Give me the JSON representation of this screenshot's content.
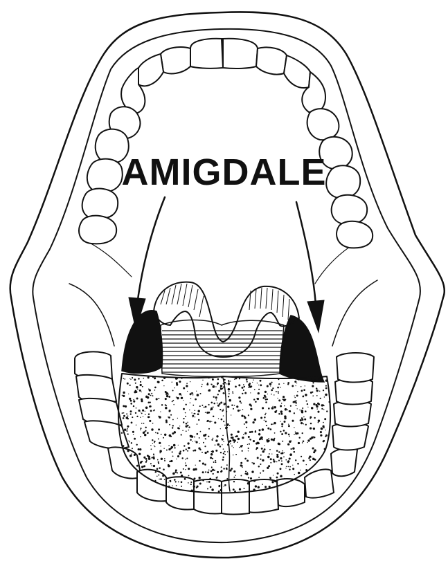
{
  "label": "AMIGDALE",
  "colors": {
    "ink": "#111111",
    "background": "#ffffff"
  },
  "parts": [
    "outer-lips",
    "inner-lip",
    "upper-teeth",
    "lower-teeth",
    "uvula",
    "tonsils",
    "tongue",
    "arrows"
  ]
}
